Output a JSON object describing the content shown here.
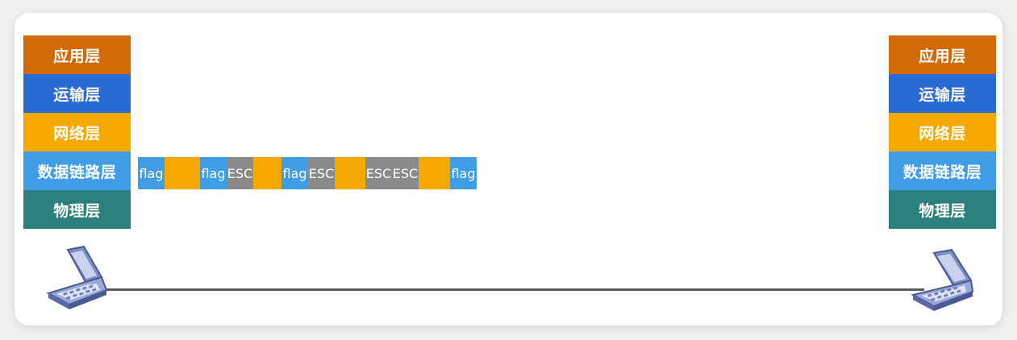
{
  "left_stack": {
    "layers": [
      {
        "label": "应用层",
        "color": "#d16a05"
      },
      {
        "label": "运输层",
        "color": "#2a6ad4"
      },
      {
        "label": "网络层",
        "color": "#f5a800"
      },
      {
        "label": "数据链路层",
        "color": "#3f9de6"
      },
      {
        "label": "物理层",
        "color": "#2d7f7f"
      }
    ]
  },
  "right_stack": {
    "layers": [
      {
        "label": "应用层",
        "color": "#d16a05"
      },
      {
        "label": "运输层",
        "color": "#2a6ad4"
      },
      {
        "label": "网络层",
        "color": "#f5a800"
      },
      {
        "label": "数据链路层",
        "color": "#3f9de6"
      },
      {
        "label": "物理层",
        "color": "#2d7f7f"
      }
    ]
  },
  "frame": {
    "segments": [
      {
        "kind": "flag",
        "label": "flag",
        "color": "#3f9de6"
      },
      {
        "kind": "data",
        "label": "",
        "color": "#f5a800"
      },
      {
        "kind": "flag",
        "label": "flag",
        "color": "#3f9de6"
      },
      {
        "kind": "esc",
        "label": "ESC",
        "color": "#8a8a8a"
      },
      {
        "kind": "data",
        "label": "",
        "color": "#f5a800"
      },
      {
        "kind": "flag",
        "label": "flag",
        "color": "#3f9de6"
      },
      {
        "kind": "esc",
        "label": "ESC",
        "color": "#8a8a8a"
      },
      {
        "kind": "data",
        "label": "",
        "color": "#f5a800"
      },
      {
        "kind": "esc",
        "label": "ESC",
        "color": "#8a8a8a"
      },
      {
        "kind": "esc",
        "label": "ESC",
        "color": "#8a8a8a"
      },
      {
        "kind": "data",
        "label": "",
        "color": "#f5a800"
      },
      {
        "kind": "flag",
        "label": "flag",
        "color": "#3f9de6"
      }
    ]
  },
  "link": {
    "color": "#555a60"
  },
  "hosts": {
    "left_icon": "laptop-icon",
    "right_icon": "laptop-icon"
  }
}
